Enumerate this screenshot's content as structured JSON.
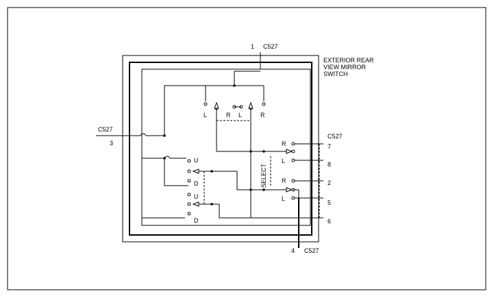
{
  "title": [
    "EXTERIOR REAR",
    "VIEW MIRROR",
    "SWITCH"
  ],
  "connector": "C527",
  "pins": {
    "p1": "1",
    "p3": "3",
    "p4": "4",
    "p7": "7",
    "p8": "8",
    "p2": "2",
    "p5": "5",
    "p6": "6"
  },
  "labels": {
    "L": "L",
    "R": "R",
    "U": "U",
    "D": "D",
    "select": "SELECT"
  }
}
